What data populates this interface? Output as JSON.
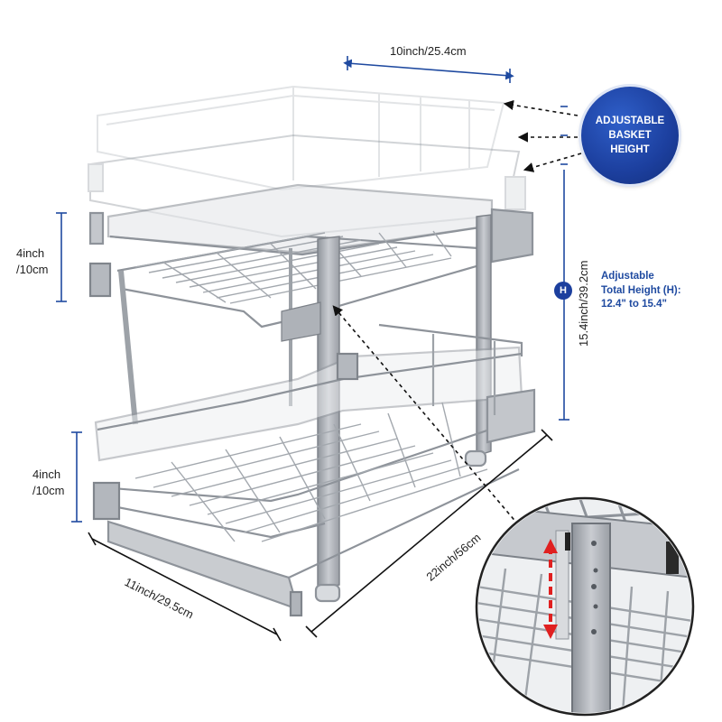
{
  "dimensions": {
    "top_width": "10inch/25.4cm",
    "upper_basket_height_line1": "4inch",
    "upper_basket_height_line2": "/10cm",
    "lower_basket_height_line1": "4inch",
    "lower_basket_height_line2": "/10cm",
    "front_width": "11inch/29.5cm",
    "depth": "22inch/56cm",
    "total_height": "15.4inch/39.2cm"
  },
  "badge": {
    "line1": "ADJUSTABLE",
    "line2": "BASKET",
    "line3": "HEIGHT"
  },
  "height_marker": {
    "letter": "H",
    "line1": "Adjustable",
    "line2": "Total Height (H):",
    "line3": "12.4\" to 15.4\""
  },
  "colors": {
    "accent_blue": "#1f4aa0",
    "badge_blue": "#1c3f9e",
    "arrow_red": "#e02020",
    "metal": "#a9adb3"
  }
}
